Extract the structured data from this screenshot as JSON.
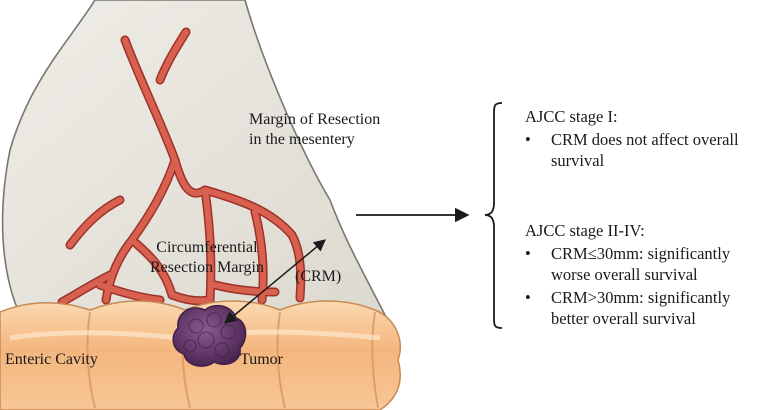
{
  "illustration": {
    "margin_label_line1": "Margin of Resection",
    "margin_label_line2": "in the mesentery",
    "crm_label_line1": "Circumferential",
    "crm_label_line2": "Resection Margin",
    "crm_abbrev": "(CRM)",
    "cavity_label": "Enteric Cavity",
    "tumor_label": "Tumor"
  },
  "panel": {
    "group1": {
      "heading": "AJCC stage I:",
      "bullets": [
        {
          "line1": "CRM does not affect overall",
          "line2": "survival"
        }
      ]
    },
    "group2": {
      "heading": "AJCC stage II-IV:",
      "bullets": [
        {
          "line1": "CRM≤30mm: significantly",
          "line2": "worse overall survival"
        },
        {
          "line1": "CRM>30mm: significantly",
          "line2": "better overall survival"
        }
      ]
    },
    "bullet_glyph": "•"
  },
  "colors": {
    "mesentery": "#e6e4dd",
    "vessel": "#d2574a",
    "vessel_dark": "#9e3128",
    "bowel": "#f2b57d",
    "bowel_light": "#fbdcb6",
    "tumor": "#6d3f72",
    "tumor_dark": "#3f2045",
    "ink": "#1a1a1a"
  }
}
